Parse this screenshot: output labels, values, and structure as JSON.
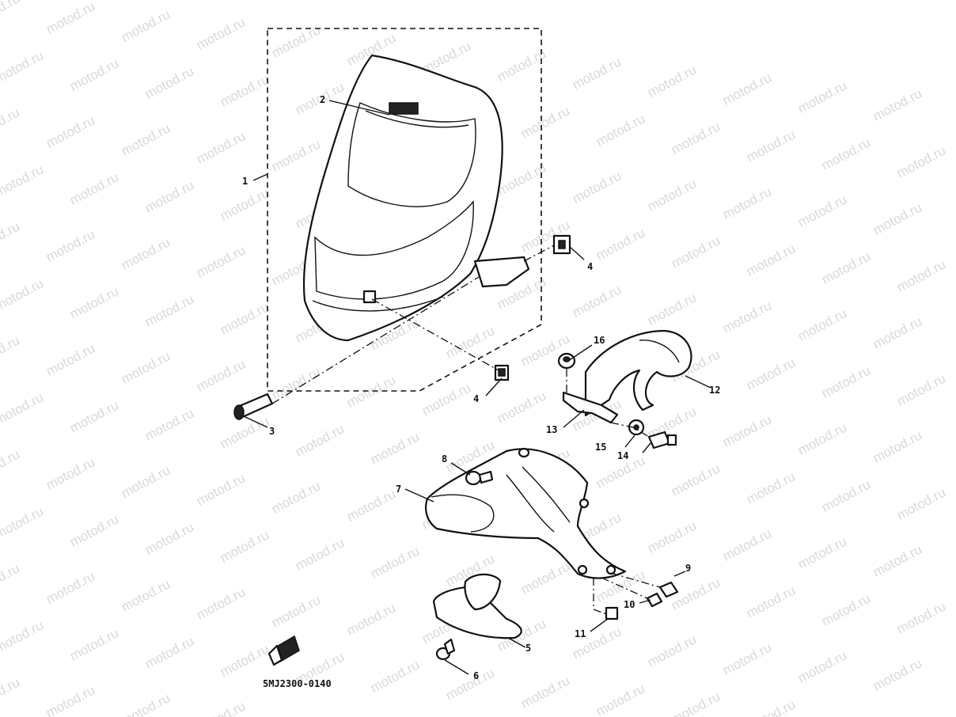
{
  "watermark": "motod.ru",
  "diagram_code": "5MJ2300-0140",
  "callouts": [
    "1",
    "2",
    "3",
    "4",
    "4",
    "5",
    "6",
    "7",
    "8",
    "9",
    "10",
    "11",
    "12",
    "13",
    "14",
    "15",
    "16"
  ]
}
